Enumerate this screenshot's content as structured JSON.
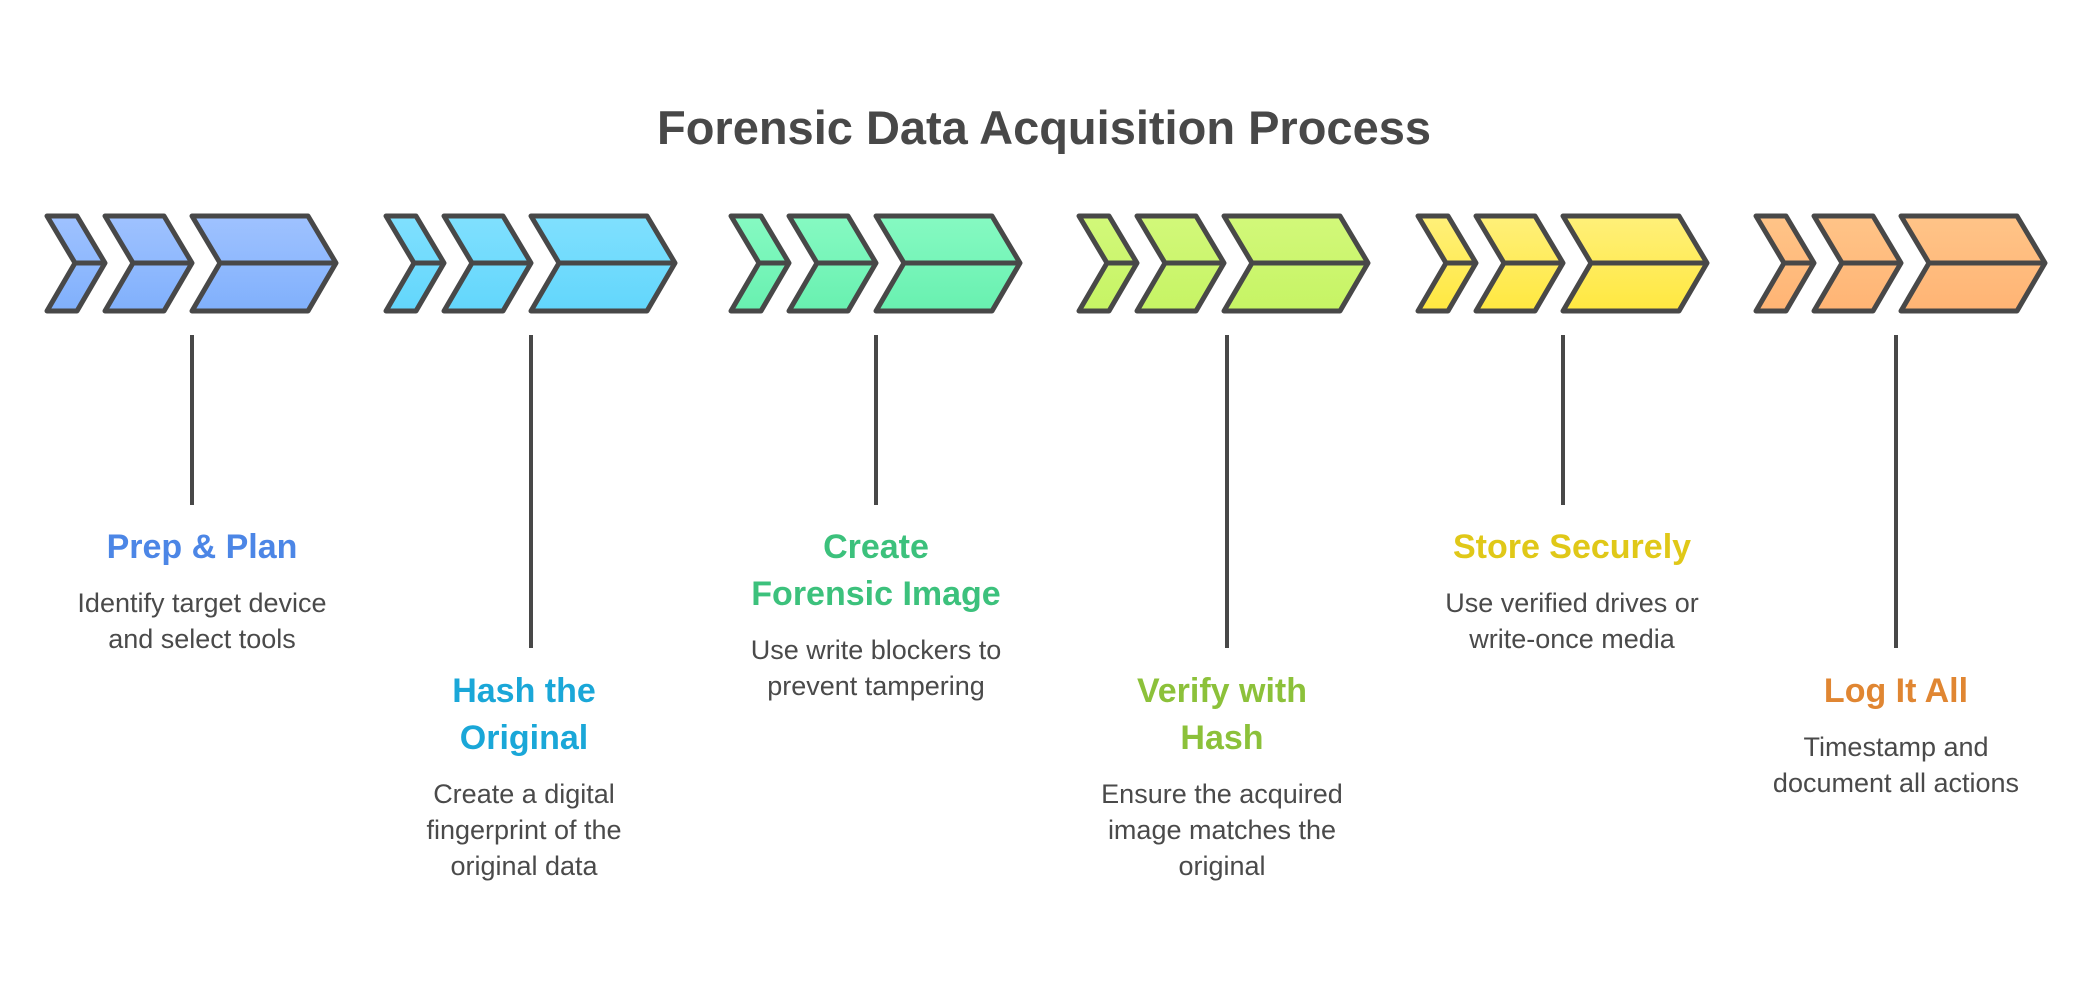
{
  "title": "Forensic Data Acquisition Process",
  "stroke_color": "#484848",
  "steps": [
    {
      "heading_lines": [
        "Prep & Plan"
      ],
      "description_lines": [
        "Identify target device",
        "and select tools"
      ],
      "text_color": "#4c86e6",
      "fill_top": "#9fc2ff",
      "fill_bottom": "#80b0fc"
    },
    {
      "heading_lines": [
        "Hash the",
        "Original"
      ],
      "description_lines": [
        "Create a digital",
        "fingerprint of the",
        "original data"
      ],
      "text_color": "#1aa7d8",
      "fill_top": "#80e0fe",
      "fill_bottom": "#62d6fc"
    },
    {
      "heading_lines": [
        "Create",
        "Forensic Image"
      ],
      "description_lines": [
        "Use write blockers to",
        "prevent tampering"
      ],
      "text_color": "#3cc17c",
      "fill_top": "#86fac2",
      "fill_bottom": "#68f0b0"
    },
    {
      "heading_lines": [
        "Verify with",
        "Hash"
      ],
      "description_lines": [
        "Ensure the acquired",
        "image matches the",
        "original"
      ],
      "text_color": "#8cc13a",
      "fill_top": "#d2f87a",
      "fill_bottom": "#c6f464"
    },
    {
      "heading_lines": [
        "Store Securely"
      ],
      "description_lines": [
        "Use verified drives or",
        "write-once media"
      ],
      "text_color": "#e0c818",
      "fill_top": "#fff07a",
      "fill_bottom": "#ffe840"
    },
    {
      "heading_lines": [
        "Log It All"
      ],
      "description_lines": [
        "Timestamp and",
        "document all actions"
      ],
      "text_color": "#e08632",
      "fill_top": "#ffc488",
      "fill_bottom": "#ffb474"
    }
  ]
}
